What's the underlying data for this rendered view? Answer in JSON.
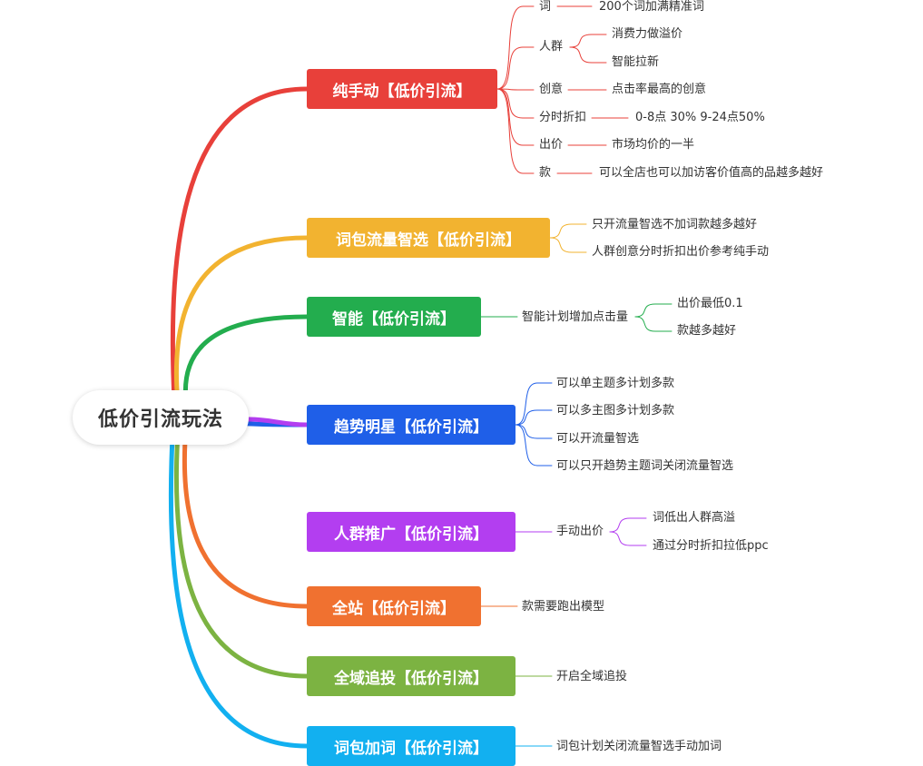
{
  "root": {
    "label": "低价引流玩法"
  },
  "branches": [
    {
      "label": "纯手动【低价引流】",
      "color": "#e8403a",
      "children": [
        {
          "label": "词",
          "children": [
            {
              "label": "200个词加满精准词"
            }
          ]
        },
        {
          "label": "人群",
          "children": [
            {
              "label": "消费力做溢价"
            },
            {
              "label": "智能拉新"
            }
          ]
        },
        {
          "label": "创意",
          "children": [
            {
              "label": "点击率最高的创意"
            }
          ]
        },
        {
          "label": "分时折扣",
          "children": [
            {
              "label": "0-8点 30% 9-24点50%"
            }
          ]
        },
        {
          "label": "出价",
          "children": [
            {
              "label": "市场均价的一半"
            }
          ]
        },
        {
          "label": "款",
          "children": [
            {
              "label": "可以全店也可以加访客价值高的品越多越好"
            }
          ]
        }
      ]
    },
    {
      "label": "词包流量智选【低价引流】",
      "color": "#f2b330",
      "children": [
        {
          "label": "只开流量智选不加词款越多越好"
        },
        {
          "label": "人群创意分时折扣出价参考纯手动"
        }
      ]
    },
    {
      "label": "智能【低价引流】",
      "color": "#23ad4e",
      "children": [
        {
          "label": "智能计划增加点击量",
          "children": [
            {
              "label": "出价最低0.1"
            },
            {
              "label": "款越多越好"
            }
          ]
        }
      ]
    },
    {
      "label": "趋势明星【低价引流】",
      "color": "#1f5fe8",
      "children": [
        {
          "label": "可以单主题多计划多款"
        },
        {
          "label": "可以多主图多计划多款"
        },
        {
          "label": "可以开流量智选"
        },
        {
          "label": "可以只开趋势主题词关闭流量智选"
        }
      ]
    },
    {
      "label": "人群推广【低价引流】",
      "color": "#b33ef0",
      "children": [
        {
          "label": "手动出价",
          "children": [
            {
              "label": "词低出人群高溢"
            },
            {
              "label": "通过分时折扣拉低ppc"
            }
          ]
        }
      ]
    },
    {
      "label": "全站【低价引流】",
      "color": "#f07130",
      "children": [
        {
          "label": "款需要跑出模型"
        }
      ]
    },
    {
      "label": "全域追投【低价引流】",
      "color": "#7cb342",
      "children": [
        {
          "label": "开启全域追投"
        }
      ]
    },
    {
      "label": "词包加词【低价引流】",
      "color": "#12b0f0",
      "children": [
        {
          "label": "词包计划关闭流量智选手动加词"
        }
      ]
    }
  ]
}
